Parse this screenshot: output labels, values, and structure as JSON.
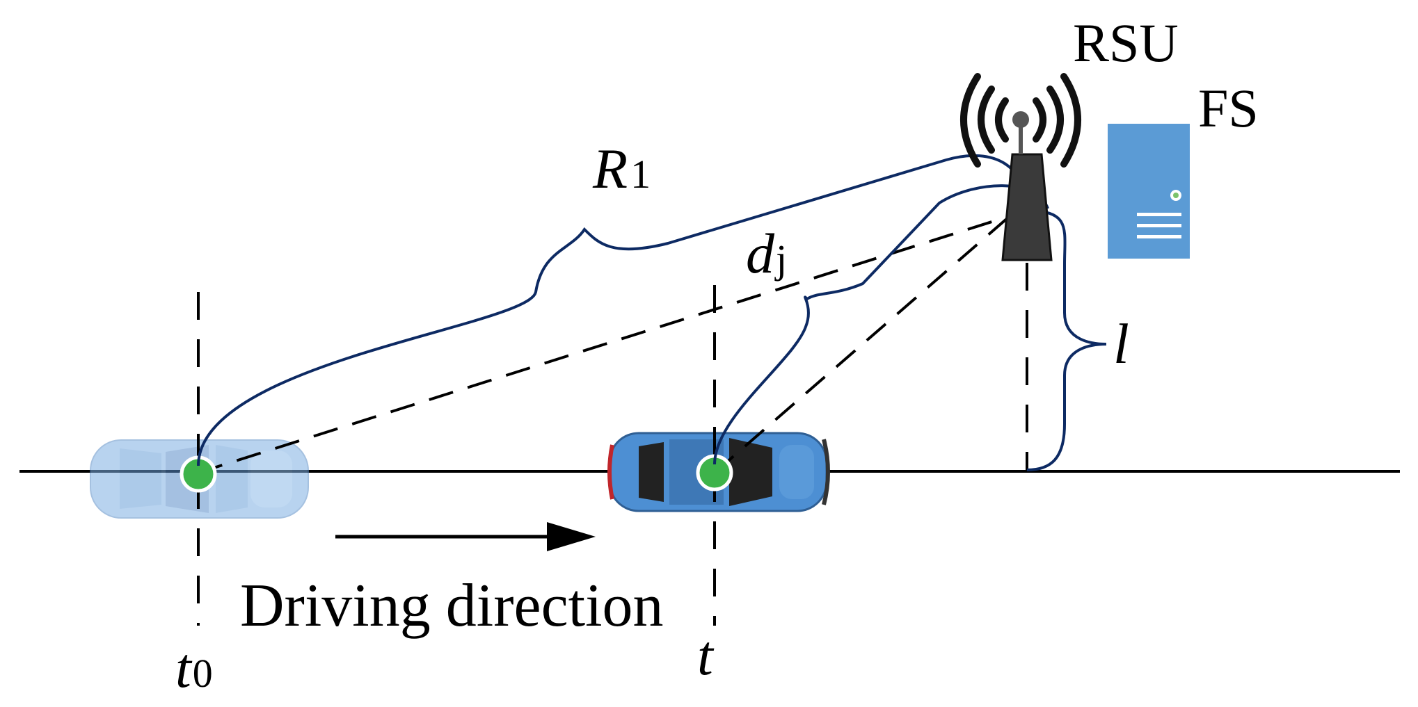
{
  "labels": {
    "rsu": "RSU",
    "fs": "FS",
    "r1_main": "R",
    "r1_sub": "1",
    "dj_main": "d",
    "dj_sub": "j",
    "l": "l",
    "t0_main": "t",
    "t0_sub": "0",
    "t": "t",
    "driving_direction": "Driving direction"
  },
  "colors": {
    "line": "#000000",
    "brace": "#0d2a63",
    "car_faded": "#a9c9ec",
    "car": "#4d8fd3",
    "server": "#5b9bd5",
    "tower": "#3a3a3a",
    "marker": "#3db34a"
  }
}
